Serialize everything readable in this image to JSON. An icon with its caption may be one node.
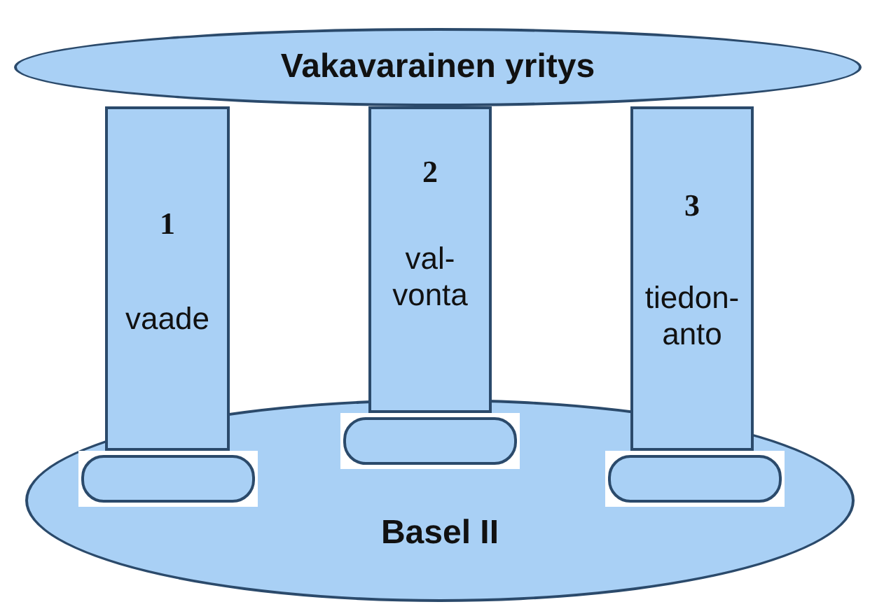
{
  "diagram": {
    "nodes": [
      {
        "text": [
          "Vakavarainen yritys"
        ]
      },
      {
        "text": [
          "1",
          "vaade"
        ]
      },
      {
        "text": [
          "2",
          "val- vonta"
        ]
      },
      {
        "text": [
          "3",
          "tiedon- anto"
        ]
      },
      {
        "text": [
          "Basel II"
        ]
      }
    ]
  }
}
